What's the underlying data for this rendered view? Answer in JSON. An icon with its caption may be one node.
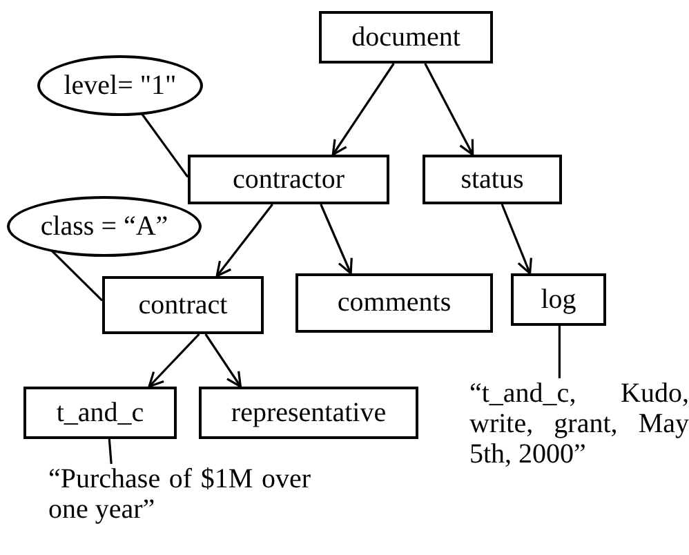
{
  "diagram": {
    "nodes": [
      {
        "text": [
          "document"
        ]
      },
      {
        "text": [
          "level= \"1\""
        ]
      },
      {
        "text": [
          "contractor"
        ]
      },
      {
        "text": [
          "status"
        ]
      },
      {
        "text": [
          "class = “A”"
        ]
      },
      {
        "text": [
          "contract"
        ]
      },
      {
        "text": [
          "comments"
        ]
      },
      {
        "text": [
          "log"
        ]
      },
      {
        "text": [
          "t_and_c"
        ]
      },
      {
        "text": [
          "representative"
        ]
      },
      {
        "text": [
          "“t_and_c, Kudo, write, grant, May 5th, 2000”"
        ]
      },
      {
        "text": [
          "“Purchase of $1M over one year”"
        ]
      }
    ],
    "edges": [
      {
        "from": 0,
        "to": 2,
        "arrow": "to"
      },
      {
        "from": 0,
        "to": 3,
        "arrow": "to"
      },
      {
        "from": 1,
        "to": 2,
        "arrow": "none"
      },
      {
        "from": 2,
        "to": 5,
        "arrow": "to"
      },
      {
        "from": 2,
        "to": 6,
        "arrow": "to"
      },
      {
        "from": 3,
        "to": 7,
        "arrow": "to"
      },
      {
        "from": 4,
        "to": 5,
        "arrow": "none"
      },
      {
        "from": 5,
        "to": 8,
        "arrow": "to"
      },
      {
        "from": 5,
        "to": 9,
        "arrow": "to"
      },
      {
        "from": 7,
        "to": 10,
        "arrow": "none"
      },
      {
        "from": 8,
        "to": 11,
        "arrow": "none"
      }
    ]
  }
}
